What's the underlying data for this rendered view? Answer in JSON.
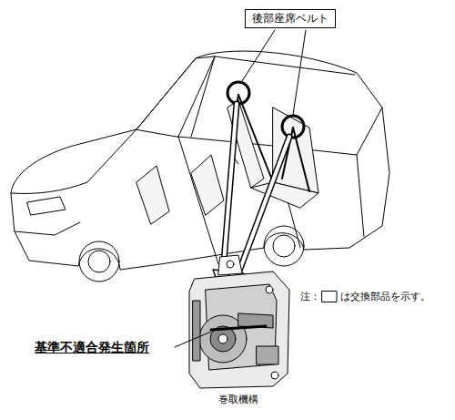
{
  "diagram": {
    "caption": "巻取機構",
    "nodes": [
      {
        "text": [
          "後部座席ベルト"
        ]
      }
    ],
    "labels": [
      "基準不適合発生箇所",
      "注：",
      "は交換部品を示す。"
    ]
  }
}
